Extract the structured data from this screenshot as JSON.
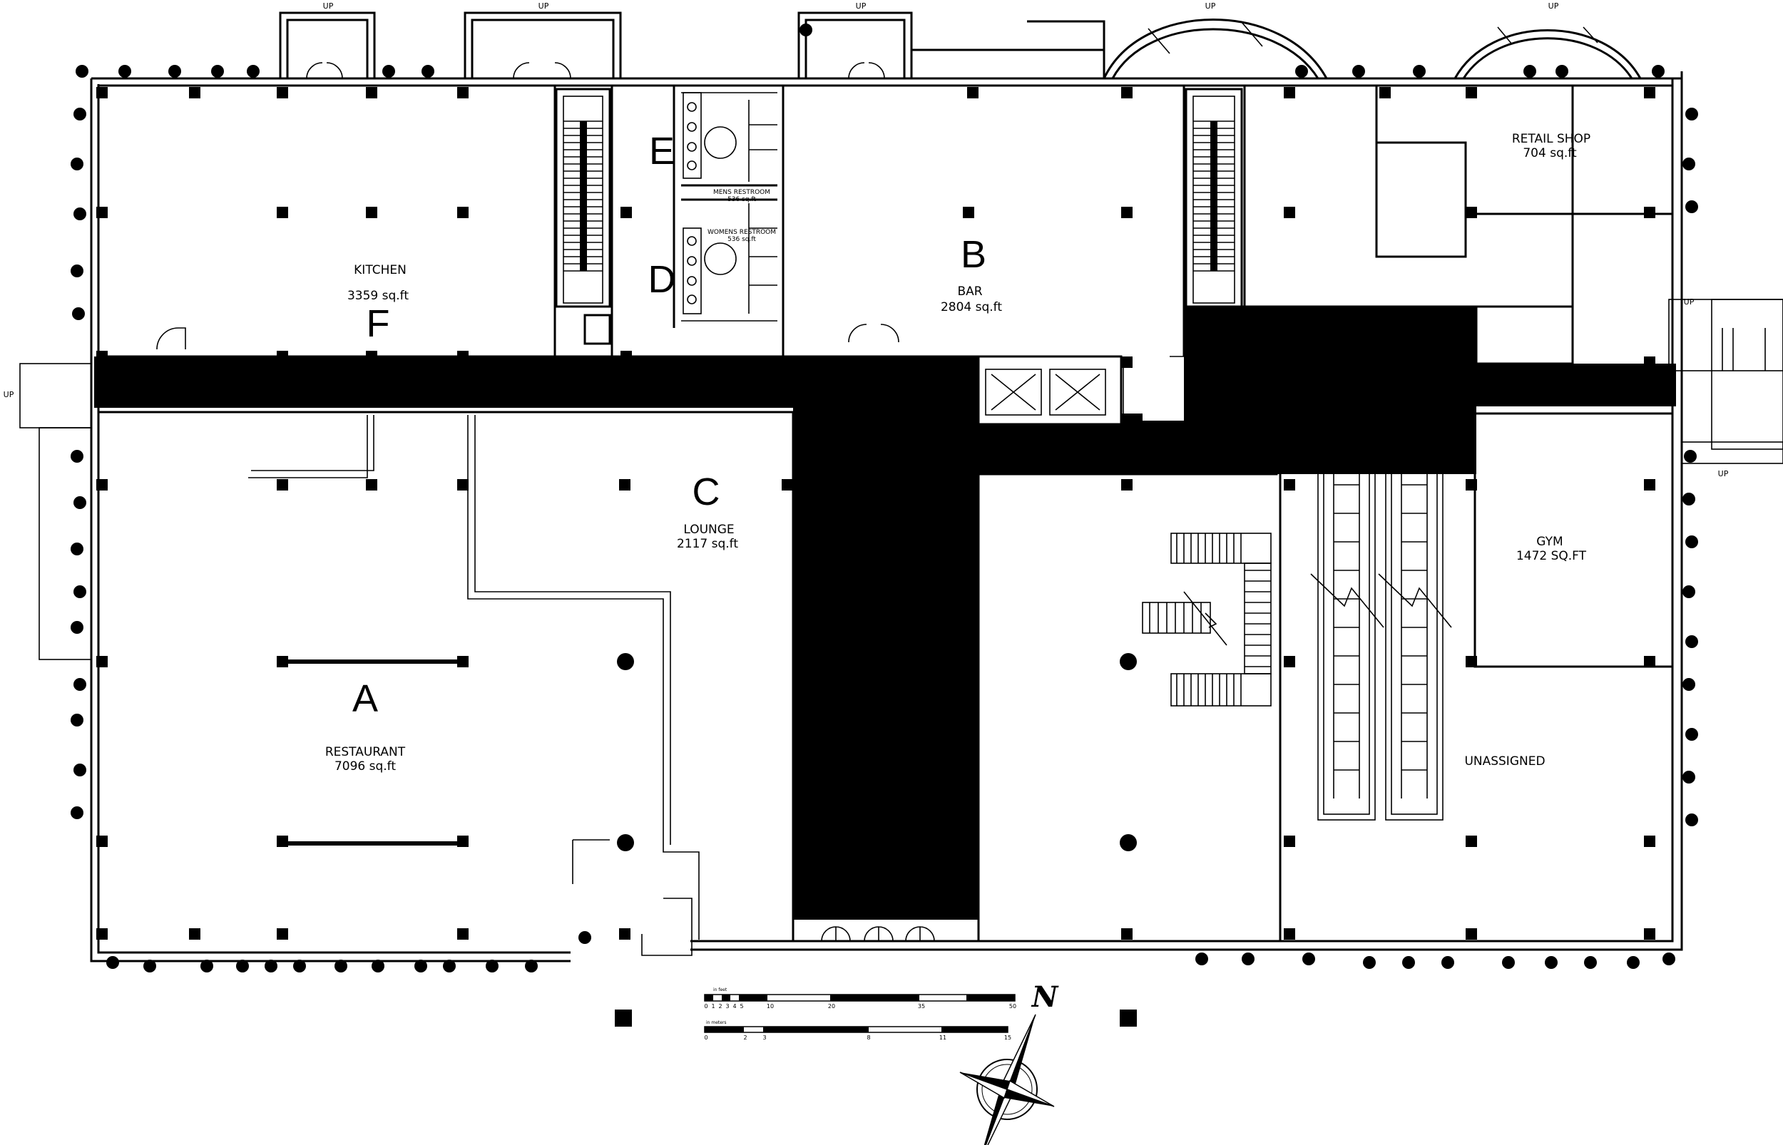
{
  "rooms": {
    "a": {
      "letter": "A",
      "name": "RESTAURANT",
      "area": "7096 sq.ft"
    },
    "b": {
      "letter": "B",
      "name": "BAR",
      "area": "2804 sq.ft"
    },
    "c": {
      "letter": "C",
      "name": "LOUNGE",
      "area": "2117 sq.ft"
    },
    "d": {
      "letter": "D",
      "name": "WOMENS RESTROOM",
      "area": "536 sq.ft"
    },
    "e": {
      "letter": "E",
      "name": "MENS RESTROOM",
      "area": "536 sq.ft"
    },
    "f": {
      "letter": "F",
      "name": "KITCHEN",
      "area": "3359 sq.ft"
    },
    "retail": {
      "name": "RETAIL SHOP",
      "area": "704 sq.ft"
    },
    "gym": {
      "name": "GYM",
      "area": "1472 SQ.FT"
    },
    "unassigned": {
      "name": "UNASSIGNED"
    }
  },
  "stairs": {
    "up_label": "UP"
  },
  "scale": {
    "feet_label": "in feet",
    "feet_ticks": [
      "0",
      "1",
      "2",
      "3",
      "4",
      "5",
      "10",
      "20",
      "35",
      "50"
    ],
    "meters_label": "in meters",
    "meters_ticks": [
      "0",
      "2",
      "3",
      "8",
      "11",
      "15"
    ]
  },
  "north": {
    "label": "N"
  }
}
